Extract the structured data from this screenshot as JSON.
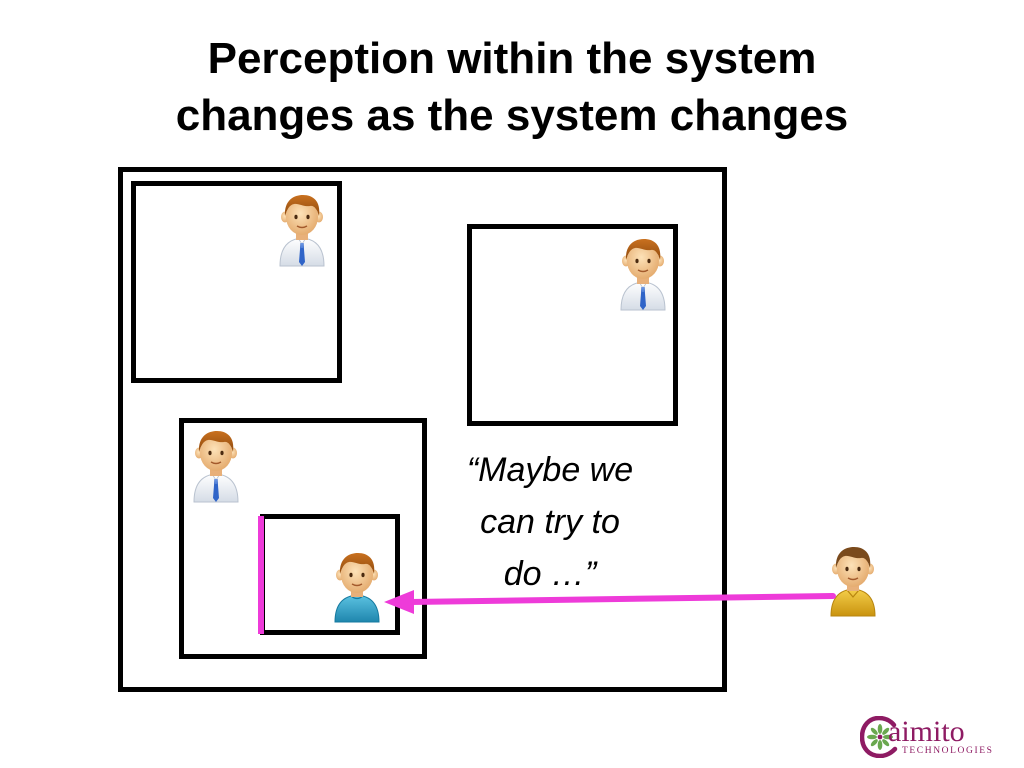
{
  "title": {
    "line1": "Perception within the system",
    "line2": "changes as the system changes"
  },
  "quote": {
    "line1": "“Maybe we",
    "line2": "can try to",
    "line3": "do …”"
  },
  "logo": {
    "word": "aimito",
    "sub": "TECHNOLOGIES"
  },
  "colors": {
    "arrow": "#ee3bd9",
    "brand": "#8e1b63",
    "shirt_white": "#e9eef4",
    "shirt_teal": "#2fa3c9",
    "shirt_yellow": "#e3b21c",
    "tie": "#2f64c8"
  }
}
